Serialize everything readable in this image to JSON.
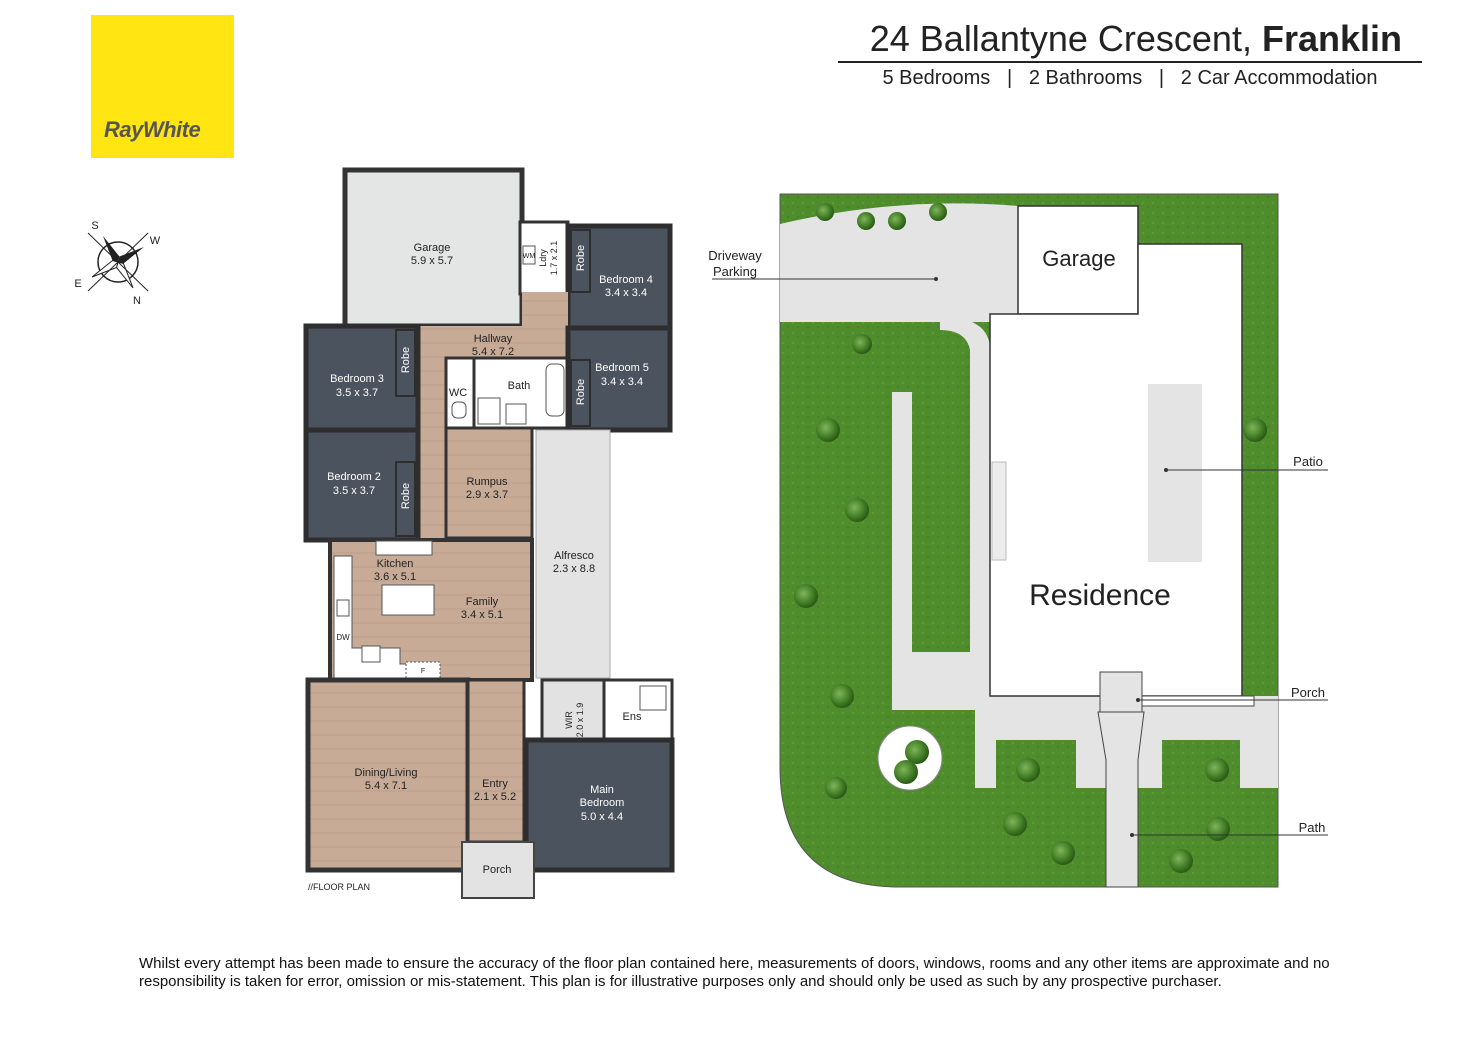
{
  "header": {
    "logo_text": "RayWhite",
    "address_street": "24 Ballantyne Crescent, ",
    "address_suburb": "Franklin",
    "summary": "5 Bedrooms   |   2 Bathrooms   |   2 Car Accommodation"
  },
  "floor_plan": {
    "caption": "//FLOOR PLAN",
    "compass": [
      "S",
      "W",
      "N",
      "E"
    ],
    "rooms": {
      "garage": [
        "Garage",
        "5.9 x 5.7"
      ],
      "ldry": [
        "Ldry",
        "1.7 x 2.1"
      ],
      "wm": "WM",
      "bed4": [
        "Bedroom 4",
        "3.4 x 3.4"
      ],
      "robe": "Robe",
      "hallway": [
        "Hallway",
        "5.4 x 7.2"
      ],
      "bed3": [
        "Bedroom 3",
        "3.5 x 3.7"
      ],
      "wc": "WC",
      "bath": "Bath",
      "bed5": [
        "Bedroom 5",
        "3.4 x 3.4"
      ],
      "bed2": [
        "Bedroom 2",
        "3.5 x 3.7"
      ],
      "rumpus": [
        "Rumpus",
        "2.9 x 3.7"
      ],
      "alfresco": [
        "Alfresco",
        "2.3 x 8.8"
      ],
      "kitchen": [
        "Kitchen",
        "3.6 x 5.1"
      ],
      "family": [
        "Family",
        "3.4 x 5.1"
      ],
      "dw": "DW",
      "f": "F",
      "wir": [
        "WIR",
        "2.0 x 1.9"
      ],
      "ens": "Ens",
      "dining": [
        "Dining/Living",
        "5.4 x 7.1"
      ],
      "entry": [
        "Entry",
        "2.1 x 5.2"
      ],
      "main": [
        "Main",
        "Bedroom",
        "5.0 x 4.4"
      ],
      "porch": "Porch"
    }
  },
  "site_plan": {
    "garage": "Garage",
    "residence": "Residence",
    "labels": {
      "driveway": [
        "Driveway",
        "Parking"
      ],
      "patio": "Patio",
      "porch": "Porch",
      "path": "Path"
    }
  },
  "disclaimer": "Whilst every attempt has been made to ensure the accuracy of the floor plan contained here, measurements of doors, windows, rooms and any other items are approximate and no responsibility is taken for error, omission or mis-statement. This plan is for illustrative purposes only and should only be used as such by any prospective purchaser.",
  "colors": {
    "logo_yellow": "#ffe512",
    "bedroom": "#4b535e",
    "timber_floor": "#c4a893",
    "concrete": "#e3e3e3",
    "lawn": "#4f8d2c"
  }
}
